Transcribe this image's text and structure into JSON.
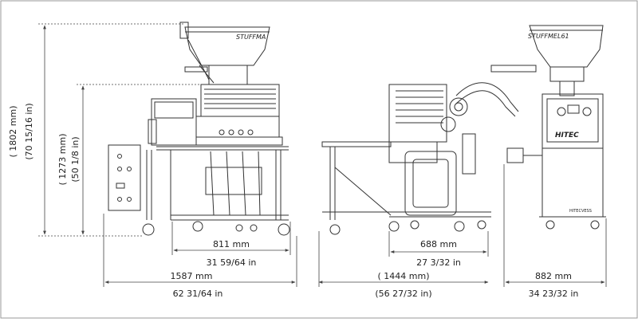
{
  "labels": {
    "h_total_mm": "( 1802 mm)",
    "h_total_in": "(70 15/16 in)",
    "h_hopper_mm": "( 1273 mm)",
    "h_hopper_in": "(50 1/8 in)",
    "w_front_mm": "811 mm",
    "w_front_in": "31 59/64 in",
    "w_frontall_mm": "1587 mm",
    "w_frontall_in": "62 31/64 in",
    "w_side_mm": "688 mm",
    "w_side_in": "27 3/32 in",
    "w_sideall_mm": "( 1444 mm)",
    "w_sideall_in": "(56 27/32 in)",
    "w_rear_mm": "882 mm",
    "w_rear_in": "34 23/32 in"
  },
  "text": {
    "hopper_brand_left": "STUFFMA",
    "hopper_brand_right": "STUFFMEL61",
    "panel_brand": "HITEC",
    "panel_brand_small": "HITECVESS"
  },
  "colors": {
    "line": "#333333",
    "dim": "#444444",
    "border": "#999999"
  }
}
